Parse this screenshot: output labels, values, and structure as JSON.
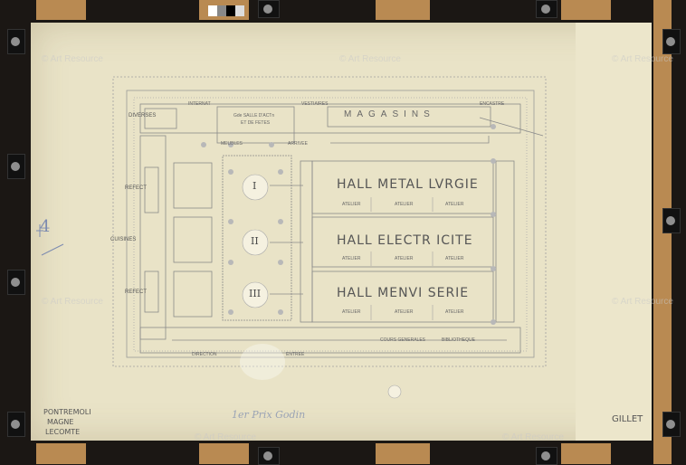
{
  "watermarks": [
    "© Art Resource",
    "© Art Resource",
    "© Art Resource",
    "© Art Resource",
    "© Art Resource",
    "© Art Resource",
    "© Art Resource"
  ],
  "plan": {
    "halls": [
      "HALL METAL LVRGIE",
      "HALL ELECTR ICITE",
      "HALL MENVI SERIE"
    ],
    "atelier_label": "ATELIER",
    "magasins": "MAGASINS",
    "top_labels": [
      "INTERNAT",
      "Gde SALLE D'ACTn",
      "ET DE FETES",
      "VESTIAIRES",
      "ARRIVEE",
      "DIVERSES",
      "ENCASTRE",
      "MEUBLES"
    ],
    "left_labels": [
      "REFECT",
      "CUISINES",
      "REFECT"
    ],
    "court_numbers": [
      "I",
      "II",
      "III"
    ],
    "bottom_labels": [
      "DIRECTION",
      "ENTREE",
      "COURS GENERALES",
      "BIBLIOTHEQUE"
    ],
    "page_number": "4"
  },
  "signatures": {
    "left": [
      "PONTREMOLI",
      "MAGNE",
      "LECOMTE"
    ],
    "right": "GILLET"
  },
  "caption": "1er Prix Godin"
}
